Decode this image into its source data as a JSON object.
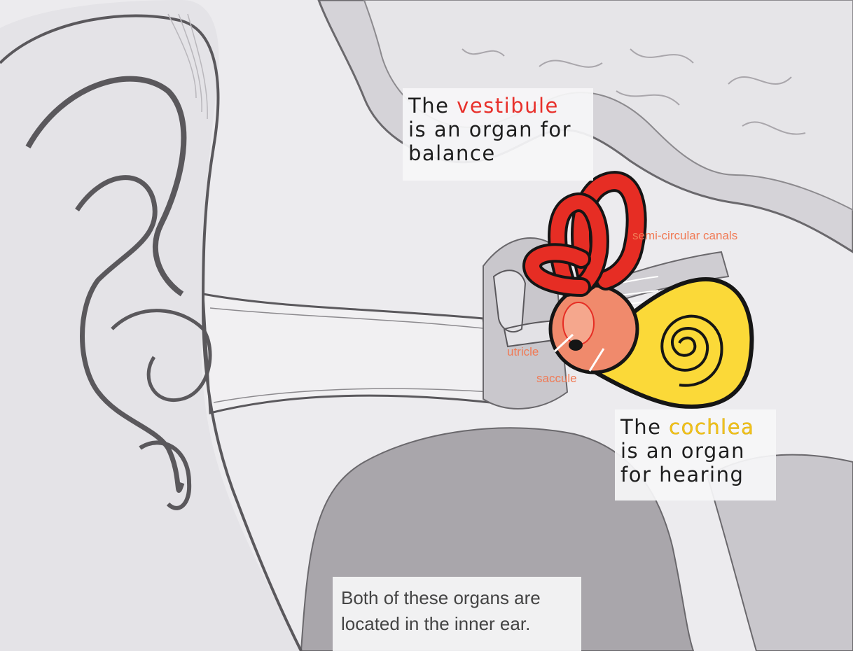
{
  "callouts": {
    "vestibule": {
      "prefix": "The ",
      "keyword": "vestibule",
      "line2": "is an organ for",
      "line3": "balance"
    },
    "cochlea": {
      "prefix": "The ",
      "keyword": "cochlea",
      "line2": "is an organ",
      "line3": "for hearing"
    },
    "footer": {
      "line1": "Both of these organs are",
      "line2": "located in the inner ear."
    }
  },
  "labels": {
    "semicircular_canals": "semi-circular canals",
    "utricle": "utricle",
    "saccule": "saccule"
  },
  "colors": {
    "background": "#ecebee",
    "tissue": "#e3e2e6",
    "bone": "#c9c7cc",
    "bone_dark": "#a9a6ab",
    "outline": "#5a585c",
    "vestibular_red": "#e62d24",
    "vestibule_fill": "#f08a6c",
    "cochlea_yellow": "#fbd938",
    "label_orange": "#f07a55",
    "callout_bg": "#f6f6f8"
  }
}
